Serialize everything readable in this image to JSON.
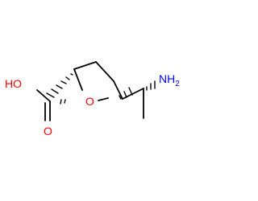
{
  "molecule": {
    "atoms": {
      "hydroxyl": "HO",
      "carbonyl_oxygen": "O",
      "ring_oxygen": "O",
      "amine": "NH",
      "amine_subscript": "2"
    },
    "colors": {
      "oxygen": "#ff0000",
      "nitrogen": "#0000ff",
      "bond": "#000000"
    }
  }
}
